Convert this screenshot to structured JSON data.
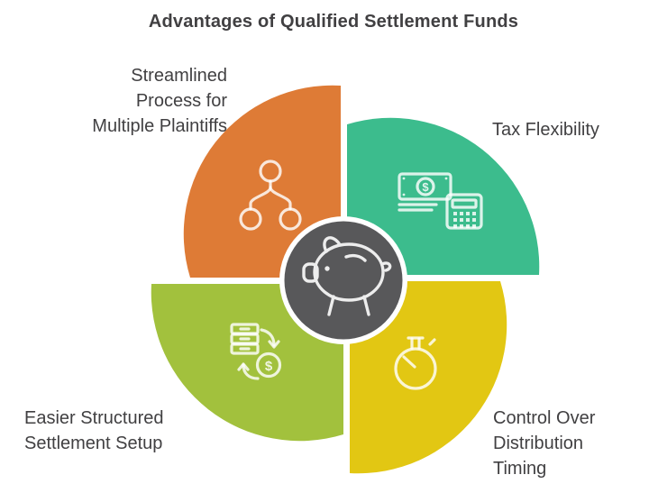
{
  "title": "Advantages of Qualified Settlement Funds",
  "colors": {
    "background": "#FFFFFF",
    "text": "#414042",
    "center_circle": "#58585A",
    "center_ring": "#FFFFFF"
  },
  "center": {
    "icon": "piggy-bank-icon"
  },
  "segments": [
    {
      "position": "top-left",
      "color": "#DE7B36",
      "icon": "hierarchy-icon",
      "label": "Streamlined Process for Multiple Plaintiffs",
      "label_lines": [
        "Streamlined",
        "Process for",
        "Multiple Plaintiffs"
      ]
    },
    {
      "position": "top-right",
      "color": "#3CBC8D",
      "icon": "money-calculator-icon",
      "label": "Tax Flexibility",
      "label_lines": [
        "Tax Flexibility"
      ]
    },
    {
      "position": "bottom-right",
      "color": "#E2C713",
      "icon": "stopwatch-icon",
      "label": "Control Over Distribution Timing",
      "label_lines": [
        "Control Over",
        "Distribution",
        "Timing"
      ]
    },
    {
      "position": "bottom-left",
      "color": "#A2C13D",
      "icon": "money-exchange-icon",
      "label": "Easier Structured Settlement Setup",
      "label_lines": [
        "Easier Structured",
        "Settlement Setup"
      ]
    }
  ],
  "glyphs": {
    "dollar": "$"
  }
}
